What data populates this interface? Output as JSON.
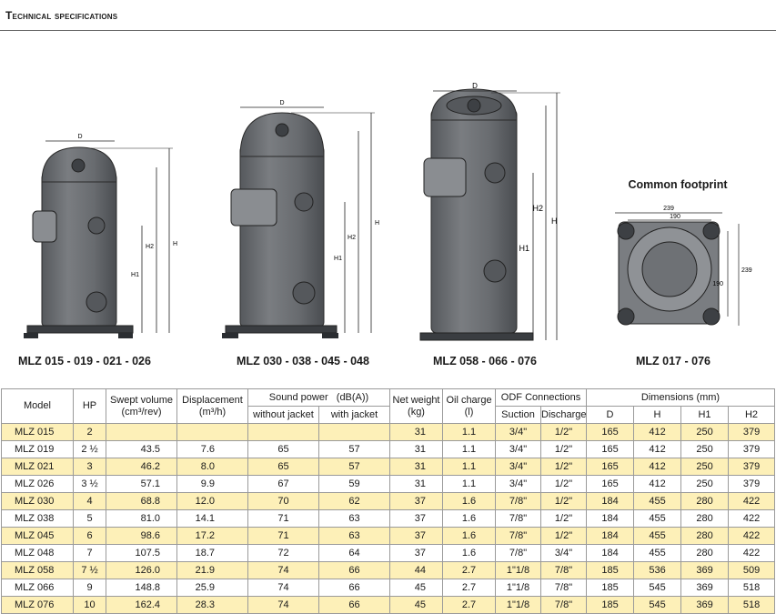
{
  "section": {
    "title": "Technical specifications"
  },
  "drawings": {
    "captions": [
      "MLZ 015 - 019 - 021 - 026",
      "MLZ 030 - 038 - 045 - 048",
      "MLZ 058 - 066 - 076",
      "MLZ 017 - 076"
    ],
    "footprint_title": "Common footprint",
    "dim_labels": {
      "d": "D",
      "h": "H",
      "h1": "H1",
      "h2": "H2",
      "w239": "239",
      "w190": "190"
    },
    "colors": {
      "body": "#6b6e72",
      "body_dark": "#4d5054",
      "line": "#222222"
    }
  },
  "table": {
    "headers": {
      "model": "Model",
      "hp": "HP",
      "swept": "Swept volume",
      "swept_unit": "(cm³/rev)",
      "displacement": "Displacement",
      "displacement_unit": "(m³/h)",
      "sound": "Sound power",
      "sound_unit": "(dB(A))",
      "without_jacket": "without jacket",
      "with_jacket": "with jacket",
      "net_weight": "Net weight",
      "net_weight_unit": "(kg)",
      "oil": "Oil charge",
      "oil_unit": "(l)",
      "odf": "ODF Connections",
      "suction": "Suction",
      "discharge": "Discharge",
      "dimensions": "Dimensions (mm)",
      "d": "D",
      "h": "H",
      "h1": "H1",
      "h2": "H2"
    },
    "rows": [
      {
        "model": "MLZ 015",
        "hp": "2",
        "swept": "",
        "disp": "",
        "wo": "",
        "w": "",
        "kg": "31",
        "oil": "1.1",
        "suc": "3/4\"",
        "dis": "1/2\"",
        "d": "165",
        "h": "412",
        "h1": "250",
        "h2": "379"
      },
      {
        "model": "MLZ 019",
        "hp": "2 ½",
        "swept": "43.5",
        "disp": "7.6",
        "wo": "65",
        "w": "57",
        "kg": "31",
        "oil": "1.1",
        "suc": "3/4\"",
        "dis": "1/2\"",
        "d": "165",
        "h": "412",
        "h1": "250",
        "h2": "379"
      },
      {
        "model": "MLZ 021",
        "hp": "3",
        "swept": "46.2",
        "disp": "8.0",
        "wo": "65",
        "w": "57",
        "kg": "31",
        "oil": "1.1",
        "suc": "3/4\"",
        "dis": "1/2\"",
        "d": "165",
        "h": "412",
        "h1": "250",
        "h2": "379"
      },
      {
        "model": "MLZ 026",
        "hp": "3 ½",
        "swept": "57.1",
        "disp": "9.9",
        "wo": "67",
        "w": "59",
        "kg": "31",
        "oil": "1.1",
        "suc": "3/4\"",
        "dis": "1/2\"",
        "d": "165",
        "h": "412",
        "h1": "250",
        "h2": "379"
      },
      {
        "model": "MLZ 030",
        "hp": "4",
        "swept": "68.8",
        "disp": "12.0",
        "wo": "70",
        "w": "62",
        "kg": "37",
        "oil": "1.6",
        "suc": "7/8\"",
        "dis": "1/2\"",
        "d": "184",
        "h": "455",
        "h1": "280",
        "h2": "422"
      },
      {
        "model": "MLZ 038",
        "hp": "5",
        "swept": "81.0",
        "disp": "14.1",
        "wo": "71",
        "w": "63",
        "kg": "37",
        "oil": "1.6",
        "suc": "7/8\"",
        "dis": "1/2\"",
        "d": "184",
        "h": "455",
        "h1": "280",
        "h2": "422"
      },
      {
        "model": "MLZ 045",
        "hp": "6",
        "swept": "98.6",
        "disp": "17.2",
        "wo": "71",
        "w": "63",
        "kg": "37",
        "oil": "1.6",
        "suc": "7/8\"",
        "dis": "1/2\"",
        "d": "184",
        "h": "455",
        "h1": "280",
        "h2": "422"
      },
      {
        "model": "MLZ 048",
        "hp": "7",
        "swept": "107.5",
        "disp": "18.7",
        "wo": "72",
        "w": "64",
        "kg": "37",
        "oil": "1.6",
        "suc": "7/8\"",
        "dis": "3/4\"",
        "d": "184",
        "h": "455",
        "h1": "280",
        "h2": "422"
      },
      {
        "model": "MLZ 058",
        "hp": "7 ½",
        "swept": "126.0",
        "disp": "21.9",
        "wo": "74",
        "w": "66",
        "kg": "44",
        "oil": "2.7",
        "suc": "1\"1/8",
        "dis": "7/8\"",
        "d": "185",
        "h": "536",
        "h1": "369",
        "h2": "509"
      },
      {
        "model": "MLZ 066",
        "hp": "9",
        "swept": "148.8",
        "disp": "25.9",
        "wo": "74",
        "w": "66",
        "kg": "45",
        "oil": "2.7",
        "suc": "1\"1/8",
        "dis": "7/8\"",
        "d": "185",
        "h": "545",
        "h1": "369",
        "h2": "518"
      },
      {
        "model": "MLZ 076",
        "hp": "10",
        "swept": "162.4",
        "disp": "28.3",
        "wo": "74",
        "w": "66",
        "kg": "45",
        "oil": "2.7",
        "suc": "1\"1/8",
        "dis": "7/8\"",
        "d": "185",
        "h": "545",
        "h1": "369",
        "h2": "518"
      }
    ]
  }
}
